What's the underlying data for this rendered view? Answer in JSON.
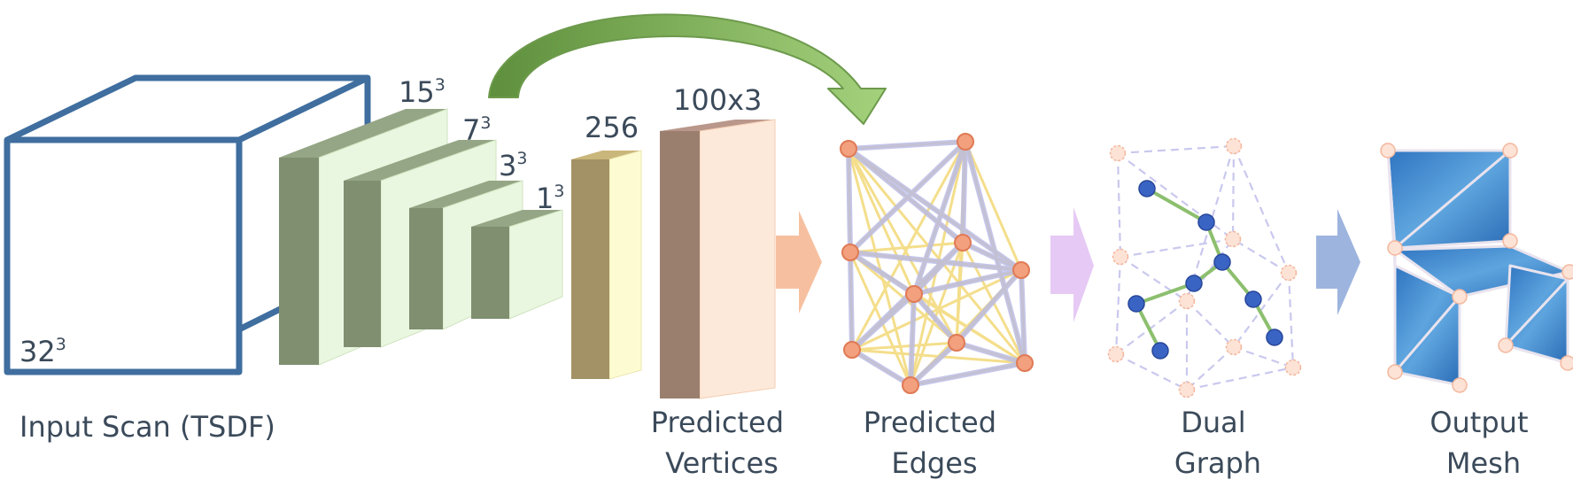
{
  "dims": {
    "input": {
      "base": "32",
      "exp": "3"
    },
    "enc1": {
      "base": "15",
      "exp": "3"
    },
    "enc2": {
      "base": "7",
      "exp": "3"
    },
    "enc3": {
      "base": "3",
      "exp": "3"
    },
    "enc4": {
      "base": "1",
      "exp": "3"
    },
    "feature": "256",
    "vertices": "100x3"
  },
  "captions": {
    "input_scan": "Input Scan (TSDF)",
    "predicted_vertices": [
      "Predicted",
      "Vertices"
    ],
    "predicted_edges": [
      "Predicted",
      "Edges"
    ],
    "dual_graph": [
      "Dual",
      "Graph"
    ],
    "output_mesh": [
      "Output",
      "Mesh"
    ]
  },
  "colors": {
    "cube": "#3f6e9f",
    "encoder_front": "#eaf7e0",
    "encoder_side": "#7f8f70",
    "feature_front": "#fdfbd2",
    "feature_side": "#a39265",
    "vertices_front": "#fde9da",
    "vertices_side": "#9b7f6e",
    "skip_arrow": "#7fae5c",
    "vertex_node": "#f2a07e",
    "edge_yellow": "#f3d977",
    "edge_lavender": "#b7b9e6",
    "dual_node": "#3a64c4",
    "dual_edge": "#8cbf6e",
    "mesh": "#3f88cc",
    "arrow_orange": "#f6c0a0",
    "arrow_purple": "#e6c9f5",
    "arrow_blue": "#9db4de"
  }
}
